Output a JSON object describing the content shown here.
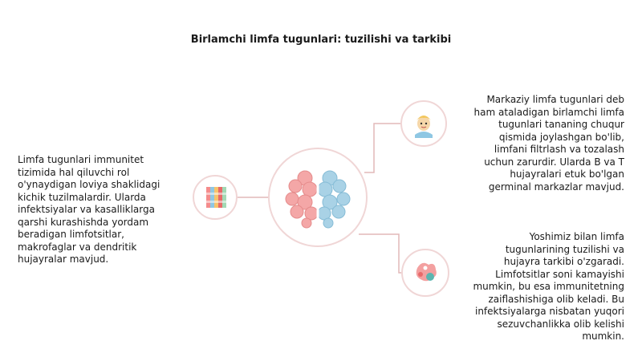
{
  "title": "Birlamchi limfa tugunlari: tuzilishi va tarkibi",
  "left_text": "Limfa tugunlari immunitet\ntizimida hal qiluvchi rol\no'ynaydigan loviya shaklidagi\nkichik tuzilmalardir. Ularda\ninfektsiyalar va kasalliklarga\nqarshi kurashishda yordam\nberadigan limfotsitlar,\nmakrofaglar va dendritik\nhujayralar mavjud.",
  "right_top_text": "Markaziy limfa tugunlari deb\nham ataladigan birlamchi limfa\ntugunlari tananing chuqur\nqismida joylashgan bo'lib,\nlimfani filtrlash va tozalash\nuchun zarurdir. Ularda B va T\nhujayralari etuk bo'lgan\ngerminal markazlar mavjud.",
  "right_bottom_text": "Yoshimiz bilan limfa\ntugunlarining tuzilishi va\nhujayra tarkibi o'zgaradi.\nLimfotsitlar soni kamayishi\nmumkin, bu esa immunitetning\nzaiflashishiga olib keladi. Bu\ninfektsiyalarga nisbatan yuqori\nsezuvchanlikka olib kelishi\nmumkin.",
  "colors": {
    "ring": "#f0d6d6",
    "connector": "#e2b9b9",
    "brain_left": "#f4a7a7",
    "brain_right": "#a9d2e6"
  },
  "icons": {
    "center": "brain-icon",
    "left": "color-bars-icon",
    "top_right": "child-face-icon",
    "bottom_right": "cells-cluster-icon"
  }
}
